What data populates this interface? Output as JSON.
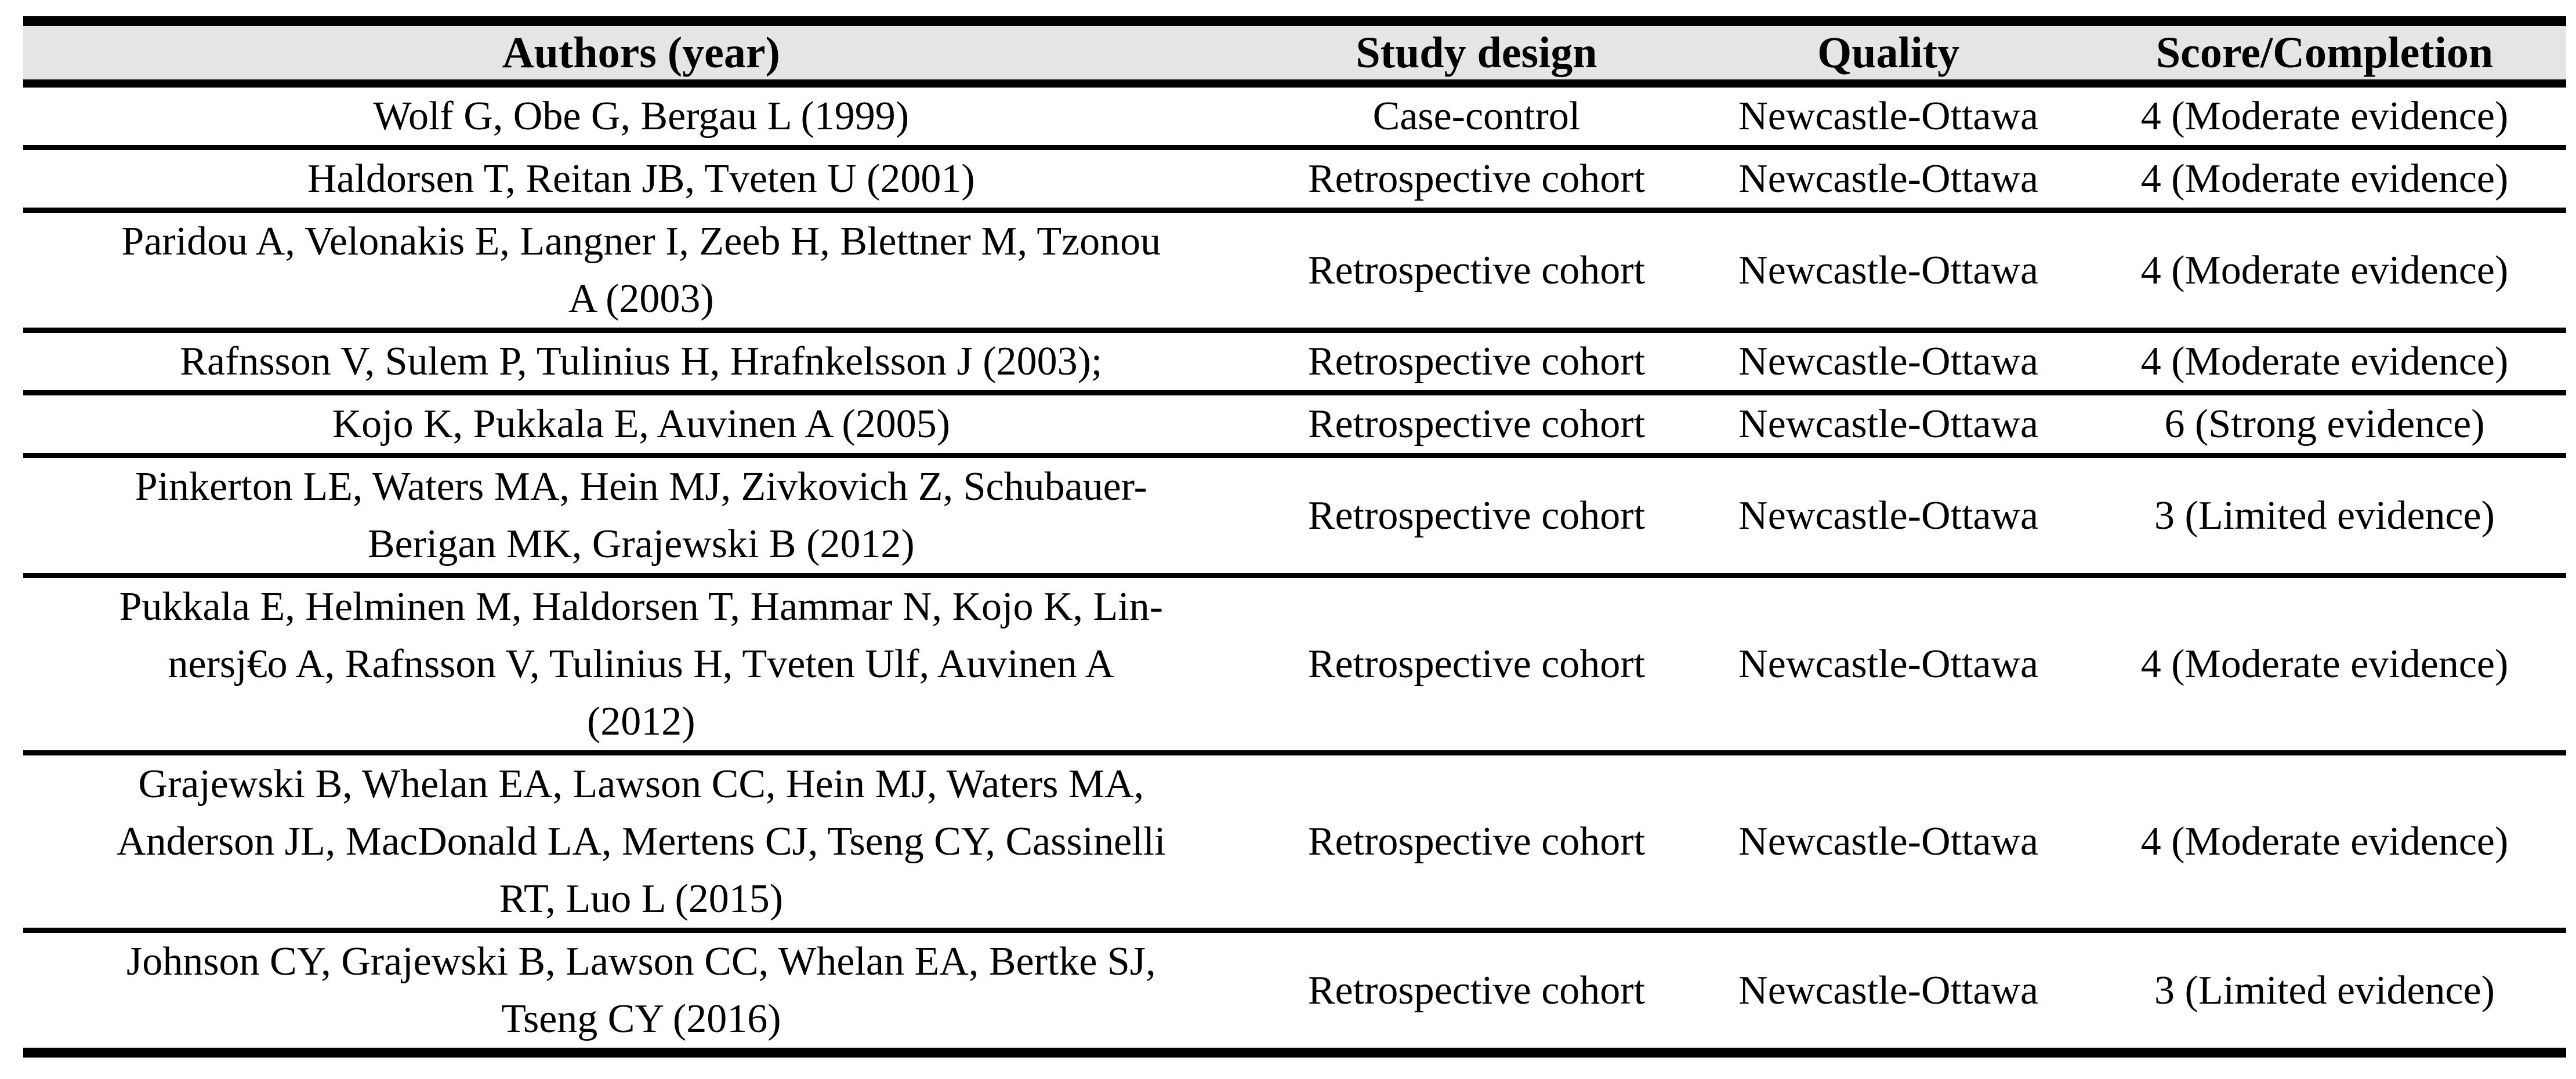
{
  "table": {
    "columns": [
      "Authors (year)",
      "Study design",
      "Quality",
      "Score/Completion"
    ],
    "header_bg": "#e5e5e5",
    "border_color": "#000000",
    "rows": [
      {
        "authors": "Wolf G, Obe G, Bergau L (1999)",
        "design": "Case-control",
        "quality": "Newcastle-Ottawa",
        "score": "4 (Moderate evidence)"
      },
      {
        "authors": "Haldorsen T, Reitan JB, Tveten U (2001)",
        "design": "Retrospective cohort",
        "quality": "Newcastle-Ottawa",
        "score": "4 (Moderate evidence)"
      },
      {
        "authors": "Paridou A, Velonakis E, Langner I, Zeeb H, Blettner M, Tzonou\nA (2003)",
        "design": "Retrospective cohort",
        "quality": "Newcastle-Ottawa",
        "score": "4 (Moderate evidence)"
      },
      {
        "authors": "Rafnsson V, Sulem P, Tulinius H, Hrafnkelsson J (2003);",
        "design": "Retrospective cohort",
        "quality": "Newcastle-Ottawa",
        "score": "4 (Moderate evidence)"
      },
      {
        "authors": "Kojo K, Pukkala E, Auvinen A (2005)",
        "design": "Retrospective cohort",
        "quality": "Newcastle-Ottawa",
        "score": "6 (Strong evidence)"
      },
      {
        "authors": "Pinkerton LE, Waters MA, Hein MJ, Zivkovich Z, Schubauer-\nBerigan MK, Grajewski B (2012)",
        "design": "Retrospective cohort",
        "quality": "Newcastle-Ottawa",
        "score": "3 (Limited evidence)"
      },
      {
        "authors": "Pukkala E, Helminen M, Haldorsen T, Hammar N, Kojo K, Lin-\nnersj€o A, Rafnsson V, Tulinius H, Tveten Ulf, Auvinen A\n(2012)",
        "design": "Retrospective cohort",
        "quality": "Newcastle-Ottawa",
        "score": "4 (Moderate evidence)"
      },
      {
        "authors": "Grajewski B, Whelan EA, Lawson CC, Hein MJ, Waters MA,\nAnderson JL, MacDonald LA, Mertens CJ, Tseng CY, Cassinelli\nRT, Luo L (2015)",
        "design": "Retrospective cohort",
        "quality": "Newcastle-Ottawa",
        "score": "4 (Moderate evidence)"
      },
      {
        "authors": "Johnson CY, Grajewski B, Lawson CC, Whelan EA, Bertke SJ,\nTseng CY (2016)",
        "design": "Retrospective cohort",
        "quality": "Newcastle-Ottawa",
        "score": "3 (Limited evidence)"
      }
    ]
  }
}
